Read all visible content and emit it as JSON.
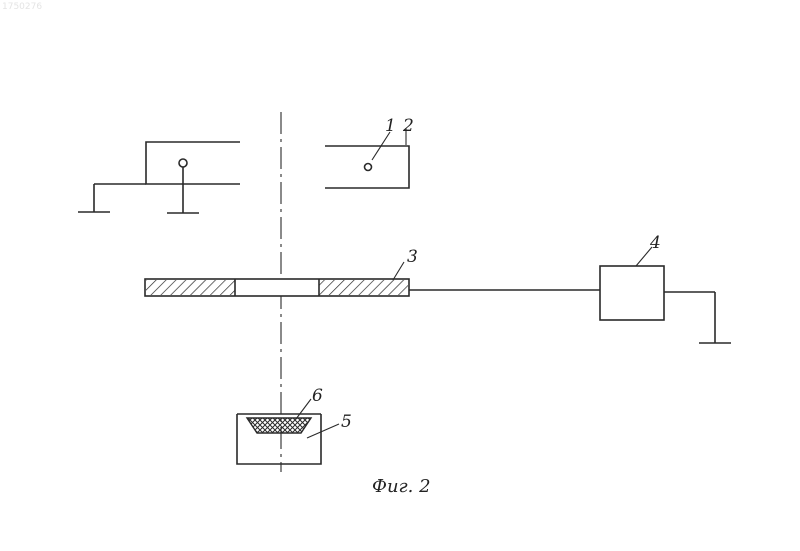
{
  "corner_id": "1750276",
  "labels": {
    "l1": "1",
    "l2": "2",
    "l3": "3",
    "l4": "4",
    "l5": "5",
    "l6": "6"
  },
  "caption": "Фиг. 2",
  "colors": {
    "ink": "#2a2a2a",
    "background": "#ffffff"
  }
}
